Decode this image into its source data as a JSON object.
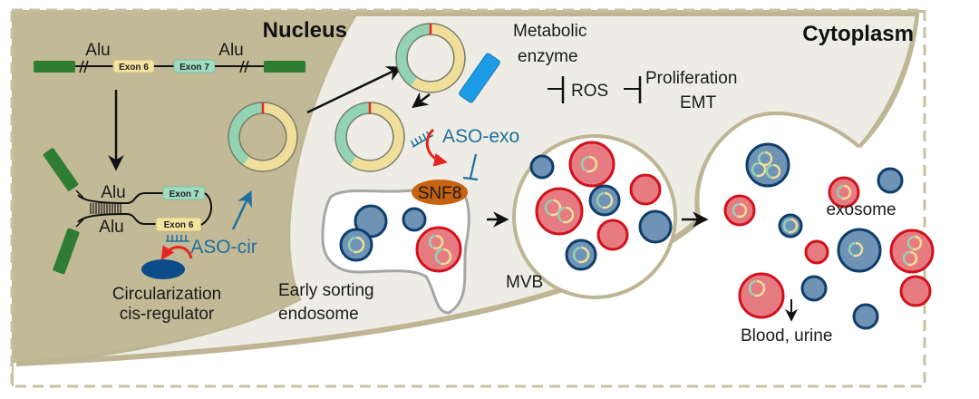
{
  "figure": {
    "compartments": {
      "nucleus_label": "Nucleus",
      "cytoplasm_label": "Cytoplasm"
    },
    "gene": {
      "alu_left": "Alu",
      "alu_right": "Alu",
      "exon6": "Exon 6",
      "exon7": "Exon 7"
    },
    "hairpin": {
      "alu_top": "Alu",
      "alu_bottom": "Alu",
      "exon7": "Exon 7",
      "exon6": "Exon 6"
    },
    "labels": {
      "aso_cir": "ASO-cir",
      "circularization_line1": "Circularization",
      "circularization_line2": "cis-regulator",
      "metabolic_line1": "Metabolic",
      "metabolic_line2": "enzyme",
      "ros": "ROS",
      "proliferation": "Proliferation",
      "emt": "EMT",
      "aso_exo": "ASO-exo",
      "snf8": "SNF8",
      "early_line1": "Early sorting",
      "early_line2": "endosome",
      "mvb": "MVB",
      "exosome": "exosome",
      "blood_urine": "Blood, urine"
    },
    "colors": {
      "nucleus_bg": "#c2b996",
      "cytoplasm_bg": "#eeede5",
      "membrane": "#bdb593",
      "gene_green": "#2e7d32",
      "exon6_fill": "#f3e4a0",
      "exon7_fill": "#9fdcc2",
      "circ_green": "#92d3b4",
      "circ_yellow": "#efdf9a",
      "circ_mark": "#e52521",
      "aso_blue": "#1f6f9f",
      "enzyme_blue": "#1e9be6",
      "snf8_orange": "#c7620f",
      "ves_blue_fill": "#6e93b5",
      "ves_blue_stroke": "#0f3e6b",
      "ves_red_fill": "#e77b82",
      "ves_red_stroke": "#d1121c",
      "regulator_blue": "#0d4c8a",
      "red_arrow": "#e52521"
    }
  }
}
